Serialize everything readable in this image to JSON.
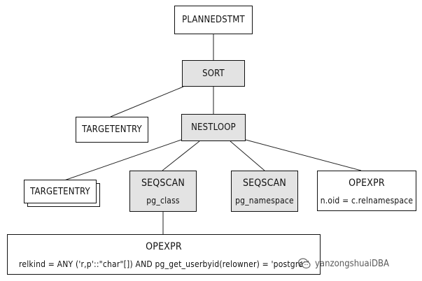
{
  "nodes": {
    "plannedstmt": {
      "label": "PLANNEDSTMT"
    },
    "sort": {
      "label": "SORT"
    },
    "targetentry_top": {
      "label": "TARGETENTRY"
    },
    "nestloop": {
      "label": "NESTLOOP"
    },
    "targetentry_bottom": {
      "label": "TARGETENTRY"
    },
    "seqscan_class": {
      "title": "SEQSCAN",
      "detail": "pg_class"
    },
    "seqscan_namespace": {
      "title": "SEQSCAN",
      "detail": "pg_namespace"
    },
    "opexpr_join": {
      "title": "OPEXPR",
      "detail": "n.oid = c.relnamespace"
    },
    "opexpr_filter": {
      "title": "OPEXPR",
      "detail": "relkind = ANY ('r,p'::\"char\"[]) AND pg_get_userbyid(relowner) = 'postgres'::na"
    }
  },
  "watermark": {
    "text": "yanzongshuaiDBA",
    "icon": "wechat-icon"
  },
  "colors": {
    "highlight_fill": "#e3e3e3",
    "border": "#111111",
    "background": "#ffffff"
  }
}
